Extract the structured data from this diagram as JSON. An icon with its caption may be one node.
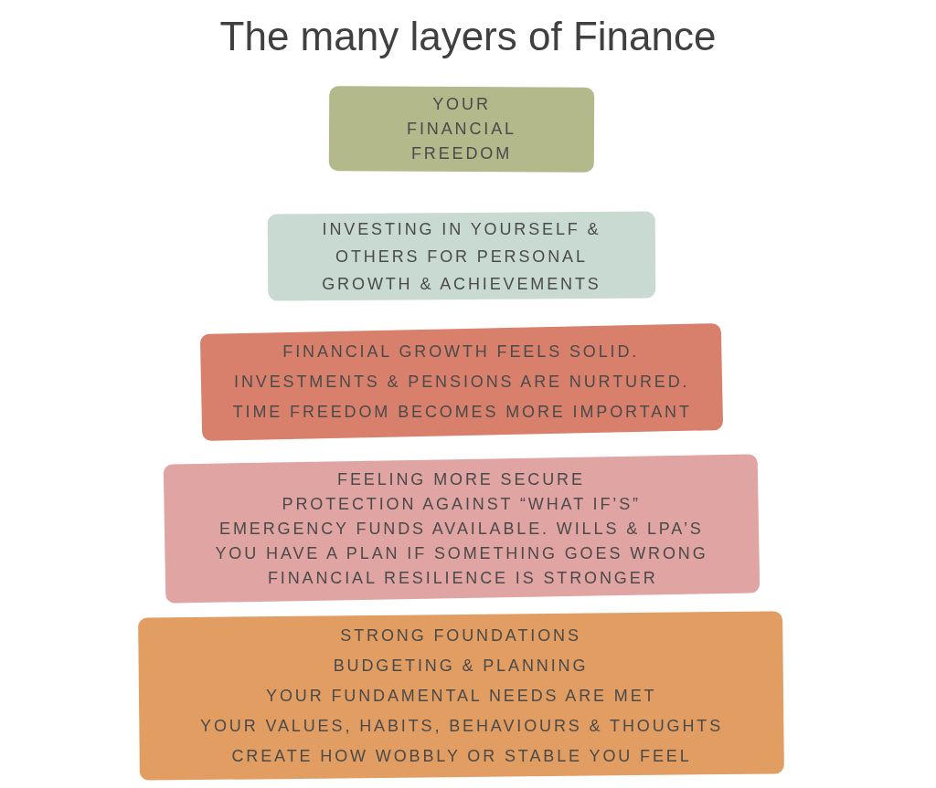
{
  "diagram": {
    "title": "The many layers of Finance",
    "nodes": [
      {
        "text": [
          "YOUR FINANCIAL FREEDOM"
        ]
      },
      {
        "text": [
          "INVESTING IN YOURSELF & OTHERS FOR PERSONAL GROWTH & ACHIEVEMENTS"
        ]
      },
      {
        "text": [
          "FINANCIAL GROWTH FEELS SOLID.",
          "INVESTMENTS & PENSIONS ARE NURTURED.",
          "TIME FREEDOM BECOMES MORE IMPORTANT"
        ]
      },
      {
        "text": [
          "FEELING MORE SECURE",
          "PROTECTION AGAINST “WHAT IF’S”",
          "EMERGENCY FUNDS AVAILABLE. WILLS & LPA’S",
          "YOU HAVE A PLAN IF SOMETHING GOES WRONG",
          "FINANCIAL RESILIENCE IS STRONGER"
        ]
      },
      {
        "text": [
          "STRONG FOUNDATIONS",
          "BUDGETING & PLANNING",
          "YOUR FUNDAMENTAL NEEDS ARE MET",
          "YOUR VALUES, HABITS, BEHAVIOURS & THOUGHTS CREATE HOW WOBBLY OR STABLE YOU FEEL"
        ]
      }
    ]
  }
}
